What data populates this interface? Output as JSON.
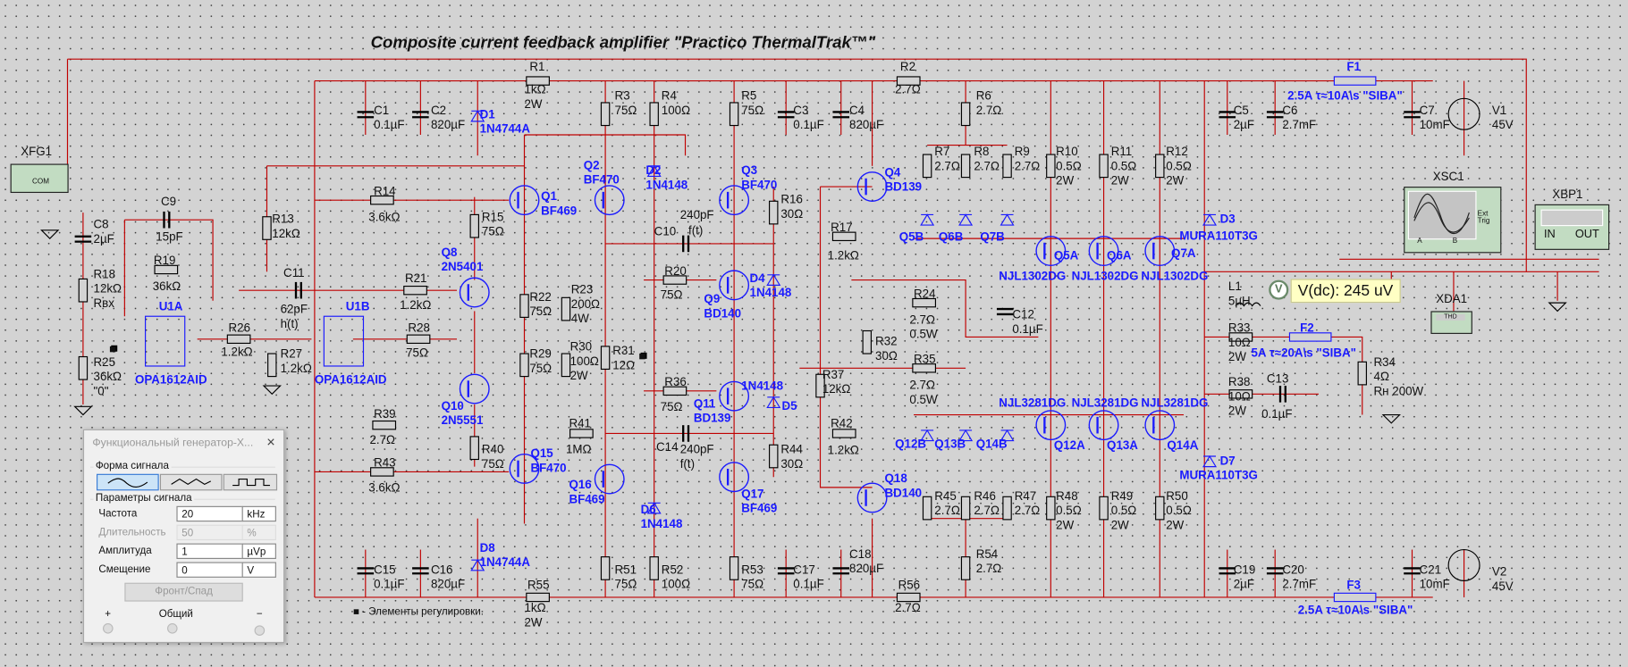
{
  "title": "Composite current feedback amplifier \"Practico ThermalTrak™\"",
  "labels": [
    [
      "R1"
    ],
    [
      "1kΩ",
      "2W"
    ],
    [
      "R2"
    ],
    [
      "2.7Ω"
    ],
    [
      "R3",
      "75Ω"
    ],
    [
      "R4",
      "100Ω"
    ],
    [
      "R5",
      "75Ω"
    ],
    [
      "C3",
      "0.1µF"
    ],
    [
      "C4",
      "820µF"
    ],
    [
      "R6",
      "2.7Ω"
    ],
    [
      "C1",
      "0.1µF"
    ],
    [
      "C2",
      "820µF"
    ],
    [
      "D1",
      "1N4744A"
    ],
    [
      "Q2",
      "BF470"
    ],
    [
      "D2",
      "1N4148"
    ],
    [
      "Q3",
      "BF470"
    ],
    [
      "Q1",
      "BF469"
    ],
    [
      "R16",
      "30Ω"
    ],
    [
      "240pF"
    ],
    [
      "C10"
    ],
    [
      "f(t)"
    ],
    [
      "R17"
    ],
    [
      "1.2kΩ"
    ],
    [
      "Q4",
      "BD139"
    ],
    [
      "R7",
      "2.7Ω"
    ],
    [
      "R8",
      "2.7Ω"
    ],
    [
      "R9",
      "2.7Ω"
    ],
    [
      "R10",
      "0.5Ω",
      "2W"
    ],
    [
      "R11",
      "0.5Ω",
      "2W"
    ],
    [
      "R12",
      "0.5Ω",
      "2W"
    ],
    [
      "Q5B"
    ],
    [
      "Q6B"
    ],
    [
      "Q7B"
    ],
    [
      "C5",
      "2µF"
    ],
    [
      "C6",
      "2.7mF"
    ],
    [
      "F1"
    ],
    [
      "2.5A τ≈10A\\s \"SIBA\""
    ],
    [
      "C7",
      "10mF"
    ],
    [
      "V1",
      "45V"
    ],
    [
      "XFG1"
    ],
    [
      "C9"
    ],
    [
      "15pF"
    ],
    [
      "R14"
    ],
    [
      "3.6kΩ"
    ],
    [
      "R13",
      "12kΩ"
    ],
    [
      "R15",
      "75Ω"
    ],
    [
      "C8",
      "2µF"
    ],
    [
      "R18",
      "12kΩ",
      "Rвх"
    ],
    [
      "R19"
    ],
    [
      "36kΩ"
    ],
    [
      "U1A"
    ],
    [
      "C11"
    ],
    [
      "62pF",
      "h(t)"
    ],
    [
      "R21"
    ],
    [
      "1.2kΩ"
    ],
    [
      "Q8",
      "2N5401"
    ],
    [
      "R22",
      "75Ω"
    ],
    [
      "R23",
      "200Ω",
      "4W"
    ],
    [
      "R20"
    ],
    [
      "75Ω"
    ],
    [
      "Q9",
      "BD140"
    ],
    [
      "D4",
      "1N4148"
    ],
    [
      "R26"
    ],
    [
      "1.2kΩ"
    ],
    [
      "U1B"
    ],
    [
      "R28"
    ],
    [
      "75Ω"
    ],
    [
      "R25",
      "36kΩ",
      "\"0\""
    ],
    [
      "R27",
      "1.2kΩ"
    ],
    [
      "OPA1612AID"
    ],
    [
      "OPA1612AID"
    ],
    [
      "R29",
      "75Ω"
    ],
    [
      "R30",
      "100Ω",
      "2W"
    ],
    [
      "R31",
      "12Ω"
    ],
    [
      "■"
    ],
    [
      "Q5A"
    ],
    [
      "Q6A"
    ],
    [
      "Q7A"
    ],
    [
      "D3"
    ],
    [
      "MURA110T3G"
    ],
    [
      "NJL1302DG"
    ],
    [
      "NJL1302DG"
    ],
    [
      "NJL1302DG"
    ],
    [
      "L1",
      "5µH"
    ],
    [
      "XSC1"
    ],
    [
      "XBP1"
    ],
    [
      "XDA1"
    ],
    [
      "R24"
    ],
    [
      "2.7Ω",
      "0.5W"
    ],
    [
      "R32",
      "30Ω"
    ],
    [
      "C12",
      "0.1µF"
    ],
    [
      "R33",
      "10Ω",
      "2W"
    ],
    [
      "F2"
    ],
    [
      "5A τ≈20A\\s \"SIBA\""
    ],
    [
      "R34",
      "4Ω",
      "Rн 200W"
    ],
    [
      "R35"
    ],
    [
      "2.7Ω",
      "0.5W"
    ],
    [
      "R36"
    ],
    [
      "75Ω"
    ],
    [
      "Q11",
      "BD139"
    ],
    [
      "1N4148"
    ],
    [
      "D5"
    ],
    [
      "R37",
      "12kΩ"
    ],
    [
      "Q10",
      "2N5551"
    ],
    [
      "R38",
      "10Ω",
      "2W"
    ],
    [
      "C13"
    ],
    [
      "0.1µF"
    ],
    [
      "NJL3281DG"
    ],
    [
      "NJL3281DG"
    ],
    [
      "NJL3281DG"
    ],
    [
      "R39"
    ],
    [
      "2.7Ω"
    ],
    [
      "R41"
    ],
    [
      "1MΩ"
    ],
    [
      "R42"
    ],
    [
      "1.2kΩ"
    ],
    [
      "C14"
    ],
    [
      "240pF",
      "f(t)"
    ],
    [
      "R44",
      "30Ω"
    ],
    [
      "Q12B"
    ],
    [
      "Q13B"
    ],
    [
      "Q14B"
    ],
    [
      "Q12A"
    ],
    [
      "Q13A"
    ],
    [
      "Q14A"
    ],
    [
      "D7"
    ],
    [
      "MURA110T3G"
    ],
    [
      "R43"
    ],
    [
      "3.6kΩ"
    ],
    [
      "R40",
      "75Ω"
    ],
    [
      "Q15",
      "BF470"
    ],
    [
      "Q16",
      "BF469"
    ],
    [
      "Q17",
      "BF469"
    ],
    [
      "Q18",
      "BD140"
    ],
    [
      "D6",
      "1N4148"
    ],
    [
      "R45",
      "2.7Ω"
    ],
    [
      "R46",
      "2.7Ω"
    ],
    [
      "R47",
      "2.7Ω"
    ],
    [
      "R48",
      "0.5Ω",
      "2W"
    ],
    [
      "R49",
      "0.5Ω",
      "2W"
    ],
    [
      "R50",
      "0.5Ω",
      "2W"
    ],
    [
      "D8",
      "1N4744A"
    ],
    [
      "C15",
      "0.1µF"
    ],
    [
      "C16",
      "820µF"
    ],
    [
      "R51",
      "75Ω"
    ],
    [
      "R52",
      "100Ω"
    ],
    [
      "R53",
      "75Ω"
    ],
    [
      "C17",
      "0.1µF"
    ],
    [
      "C18",
      "820µF"
    ],
    [
      "R54",
      "2.7Ω"
    ],
    [
      "C19",
      "2µF"
    ],
    [
      "C20",
      "2.7mF"
    ],
    [
      "C21",
      "10mF"
    ],
    [
      "V2",
      "45V"
    ],
    [
      "R55"
    ],
    [
      "1kΩ",
      "2W"
    ],
    [
      "R56"
    ],
    [
      "2.7Ω"
    ],
    [
      "F3"
    ],
    [
      "2.5A τ≈10A\\s \"SIBA\""
    ],
    [
      "■ - Элементы регулировки."
    ],
    [
      "■"
    ]
  ],
  "probe": {
    "icon": "V",
    "text": "V(dc): 245 uV"
  },
  "instruments": {
    "xfg1_com": "COM",
    "xsc1_ext": "Ext Trig",
    "xsc1_a": "A",
    "xsc1_b": "B",
    "xbp1_in": "IN",
    "xbp1_out": "OUT",
    "xda1_thd": "THD"
  },
  "dialog": {
    "title": "Функциональный генератор-X...",
    "close": "×",
    "waveform_section": "Форма сигнала",
    "waveforms": [
      "sine",
      "triangle",
      "square"
    ],
    "selected_waveform": "sine",
    "params_section": "Параметры сигнала",
    "params": [
      {
        "name": "Частота",
        "value": "20",
        "unit": "kHz",
        "enabled": true
      },
      {
        "name": "Длительность",
        "value": "50",
        "unit": "%",
        "enabled": false
      },
      {
        "name": "Амплитуда",
        "value": "1",
        "unit": "µVp",
        "enabled": true
      },
      {
        "name": "Смещение",
        "value": "0",
        "unit": "V",
        "enabled": true
      }
    ],
    "edge_button": "Фронт/Спад",
    "terminals": [
      "+",
      "Общий",
      "−"
    ]
  },
  "colors": {
    "wire": "#c00000",
    "semiconductor": "#1a1aff",
    "instrument": "#c2dcc2",
    "probe": "#ffffc4"
  }
}
